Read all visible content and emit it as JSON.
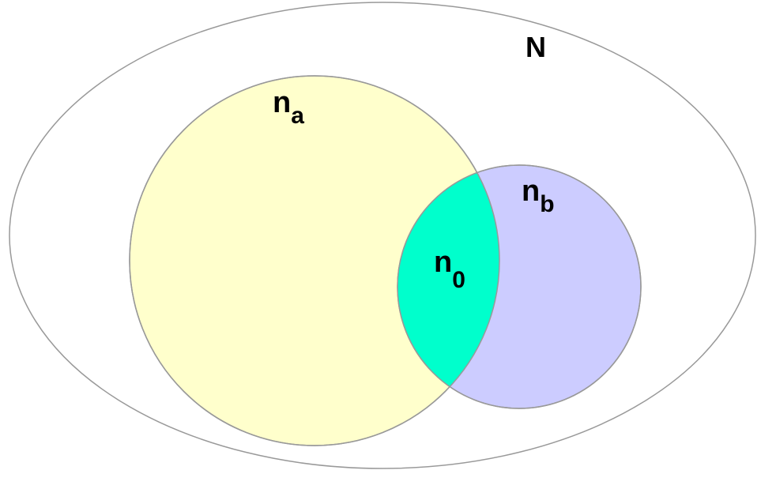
{
  "diagram": {
    "universe": {
      "label": "N",
      "fill": "#ffffff",
      "stroke": "#999999"
    },
    "set_a": {
      "label_base": "n",
      "label_sub": "a",
      "fill": "#ffffcc",
      "stroke": "#999999"
    },
    "set_b": {
      "label_base": "n",
      "label_sub": "b",
      "fill": "#ccccff",
      "stroke": "#999999"
    },
    "intersection": {
      "label_base": "n",
      "label_sub": "0",
      "fill": "#00ffcc"
    }
  }
}
